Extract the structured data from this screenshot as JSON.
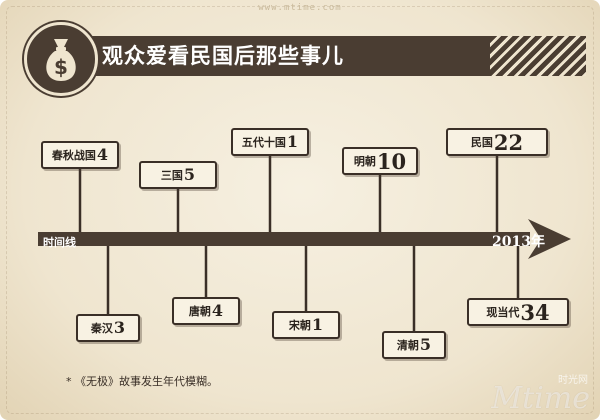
{
  "watermark_top": "www.mtime.com",
  "watermark_logo": "Mtime",
  "watermark_cn": "时光网",
  "header": {
    "title": "观众爱看民国后那些事儿",
    "icon": "money-bag-icon",
    "icon_symbol": "$"
  },
  "timeline": {
    "start_label": "时间线",
    "end_label": "2013年"
  },
  "chart_data": {
    "type": "timeline",
    "title": "观众爱看民国后那些事儿",
    "categories": [
      "春秋战国",
      "秦汉",
      "三国",
      "唐朝",
      "五代十国",
      "宋朝",
      "明朝",
      "清朝",
      "民国",
      "现当代"
    ],
    "values": [
      4,
      3,
      5,
      4,
      1,
      1,
      10,
      5,
      22,
      34
    ],
    "xlabel": "时间线",
    "end_label": "2013年"
  },
  "footnote": "* 《无极》故事发生年代模糊。",
  "colors": {
    "dark": "#4a3d32",
    "background": "#efe5cf",
    "sign_fill": "#f8f2e3"
  }
}
